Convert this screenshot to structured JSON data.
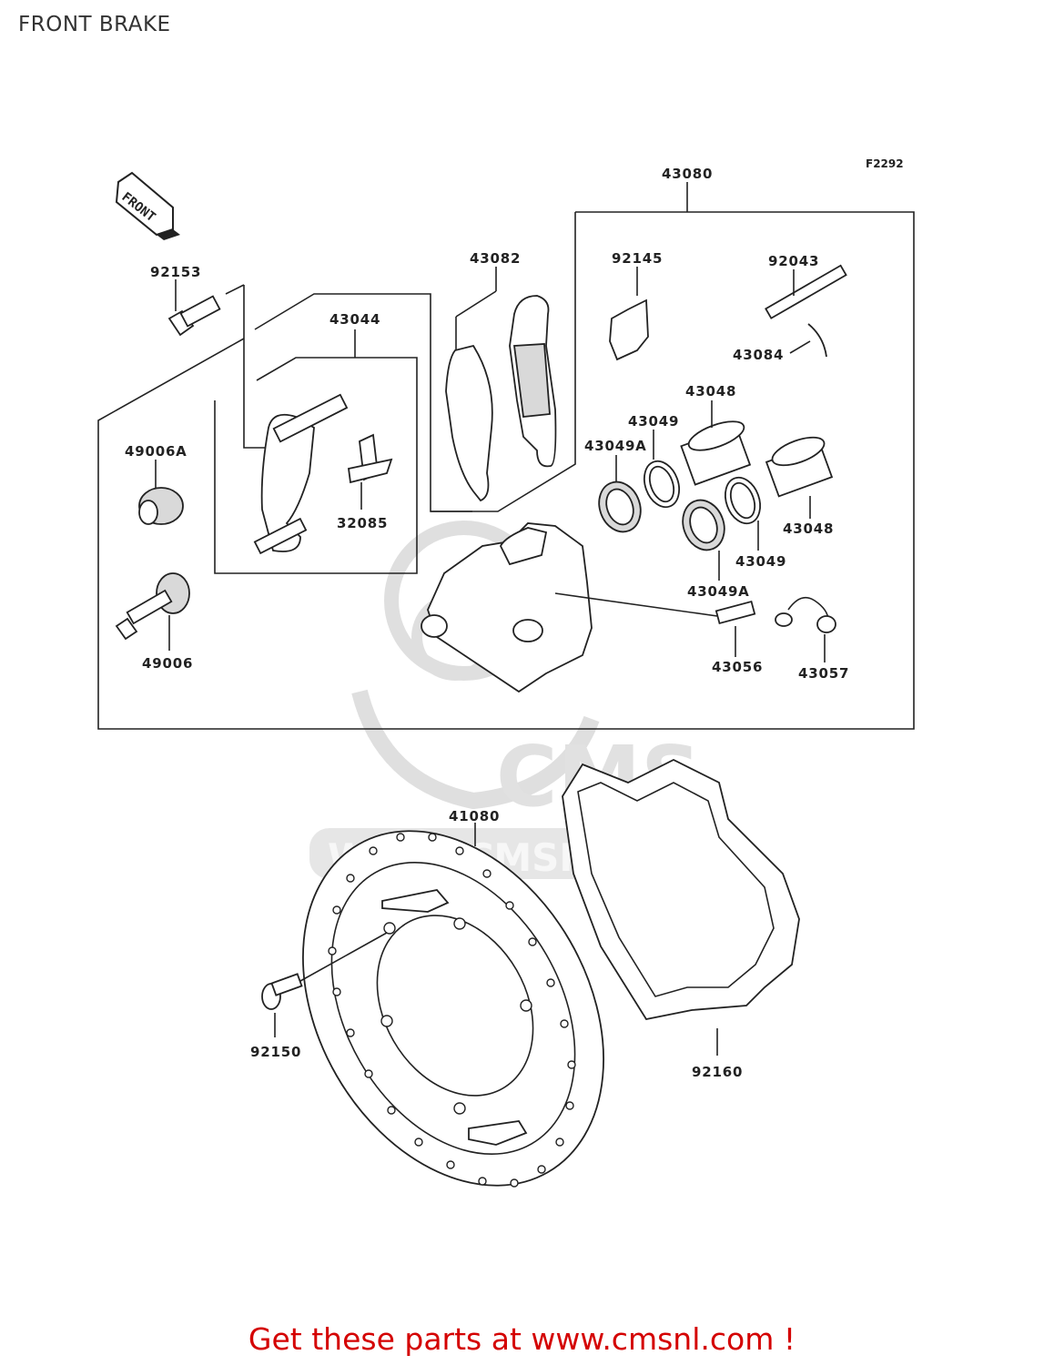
{
  "title": "FRONT BRAKE",
  "diagram_ref": "F2292",
  "front_arrow_label": "FRONT",
  "parts": {
    "p43080": "43080",
    "p92153": "92153",
    "p43082": "43082",
    "p92145": "92145",
    "p92043": "92043",
    "p43084": "43084",
    "p43044": "43044",
    "p43048a": "43048",
    "p43049a": "43049",
    "p49006A": "49006A",
    "p43049Aa": "43049A",
    "p32085": "32085",
    "p43048b": "43048",
    "p43049b": "43049",
    "p43049Ab": "43049A",
    "p49006": "49006",
    "p43056": "43056",
    "p43057": "43057",
    "p41080": "41080",
    "p92150": "92150",
    "p92160": "92160"
  },
  "watermark": {
    "logo": "CMS",
    "url": "WWW.CMSNL.COM"
  },
  "footer": "Get these parts at www.cmsnl.com !",
  "colors": {
    "footer": "#d40000",
    "ink": "#222222",
    "watermark": "#d8d8d8"
  }
}
